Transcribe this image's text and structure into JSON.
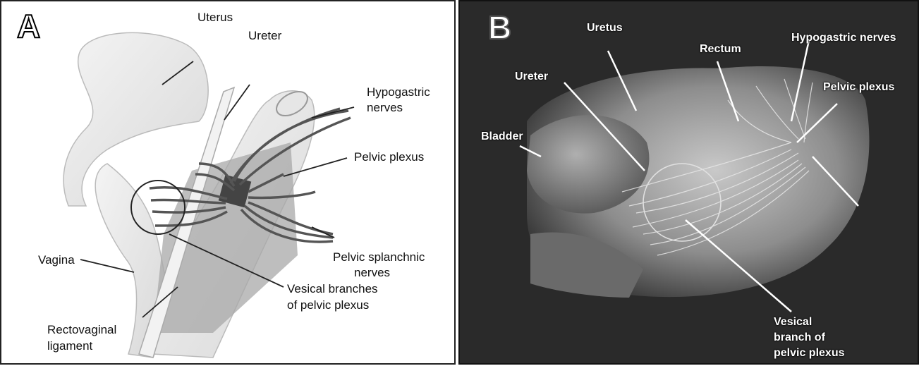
{
  "panel_a": {
    "letter": "A",
    "labels": {
      "uterus": "Uterus",
      "ureter": "Ureter",
      "hypogastric_1": "Hypogastric",
      "hypogastric_2": "nerves",
      "pelvic_plexus": "Pelvic plexus",
      "pelvic_splanchnic_1": "Pelvic splanchnic",
      "pelvic_splanchnic_2": "nerves",
      "vagina": "Vagina",
      "vesical_1": "Vesical branches",
      "vesical_2": "of pelvic plexus",
      "rectovaginal_1": "Rectovaginal",
      "rectovaginal_2": "ligament"
    }
  },
  "panel_b": {
    "letter": "B",
    "labels": {
      "uretus": "Uretus",
      "rectum": "Rectum",
      "hypogastric": "Hypogastric nerves",
      "ureter": "Ureter",
      "pelvic_plexus": "Pelvic plexus",
      "bladder": "Bladder",
      "vesical_1": "Vesical",
      "vesical_2": "branch of",
      "vesical_3": "pelvic plexus"
    }
  }
}
